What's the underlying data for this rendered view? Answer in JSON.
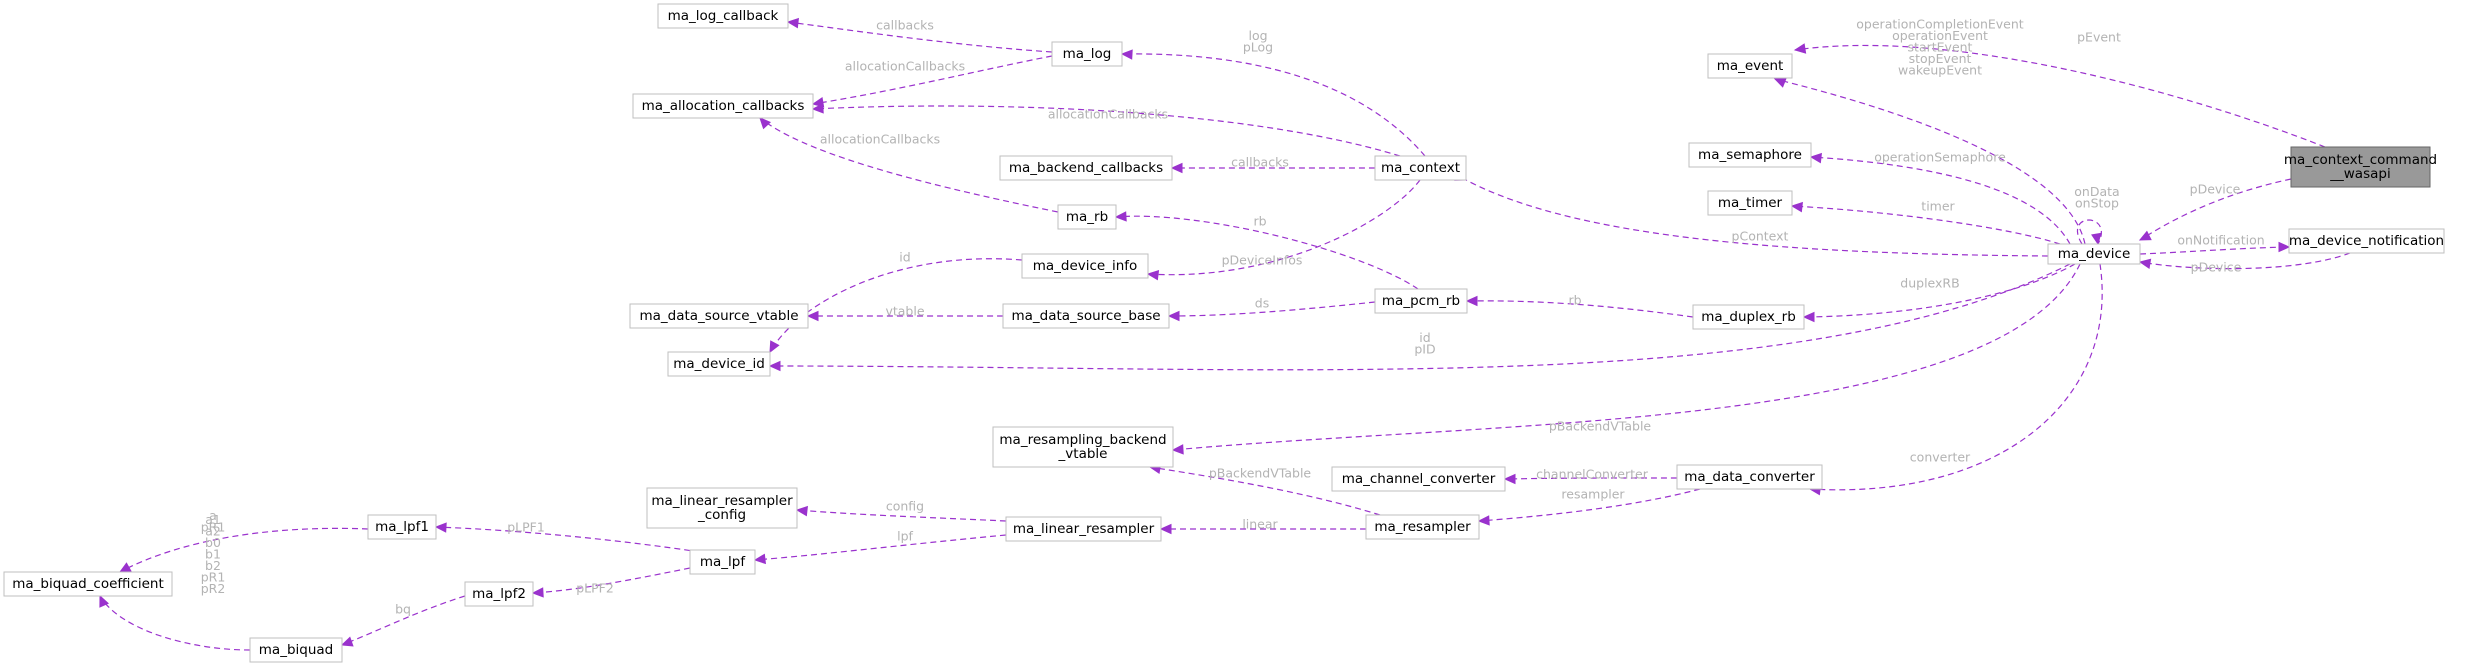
{
  "diagram": {
    "colors": {
      "edge": "#9a32cd",
      "node_border": "#bfbfbf",
      "highlight_fill": "#999999",
      "label": "#b3b3b3"
    },
    "nodes": {
      "ma_context_command_wasapi": [
        "ma_context_command",
        "__wasapi"
      ],
      "ma_device": [
        "ma_device"
      ],
      "ma_event": [
        "ma_event"
      ],
      "ma_semaphore": [
        "ma_semaphore"
      ],
      "ma_timer": [
        "ma_timer"
      ],
      "ma_device_notification": [
        "ma_device_notification"
      ],
      "ma_duplex_rb": [
        "ma_duplex_rb"
      ],
      "ma_data_converter": [
        "ma_data_converter"
      ],
      "ma_context": [
        "ma_context"
      ],
      "ma_log": [
        "ma_log"
      ],
      "ma_log_callback": [
        "ma_log_callback"
      ],
      "ma_allocation_callbacks": [
        "ma_allocation_callbacks"
      ],
      "ma_backend_callbacks": [
        "ma_backend_callbacks"
      ],
      "ma_rb": [
        "ma_rb"
      ],
      "ma_device_info": [
        "ma_device_info"
      ],
      "ma_pcm_rb": [
        "ma_pcm_rb"
      ],
      "ma_data_source_base": [
        "ma_data_source_base"
      ],
      "ma_data_source_vtable": [
        "ma_data_source_vtable"
      ],
      "ma_device_id": [
        "ma_device_id"
      ],
      "ma_resampling_backend_vtable": [
        "ma_resampling_backend",
        "_vtable"
      ],
      "ma_channel_converter": [
        "ma_channel_converter"
      ],
      "ma_resampler": [
        "ma_resampler"
      ],
      "ma_linear_resampler": [
        "ma_linear_resampler"
      ],
      "ma_linear_resampler_config": [
        "ma_linear_resampler",
        "_config"
      ],
      "ma_lpf": [
        "ma_lpf"
      ],
      "ma_lpf1": [
        "ma_lpf1"
      ],
      "ma_lpf2": [
        "ma_lpf2"
      ],
      "ma_biquad": [
        "ma_biquad"
      ],
      "ma_biquad_coefficient": [
        "ma_biquad_coefficient"
      ]
    },
    "edges": {
      "pEvent": [
        "pEvent"
      ],
      "pDevice_cmd": [
        "pDevice"
      ],
      "events": [
        "operationCompletionEvent",
        "operationEvent",
        "startEvent",
        "stopEvent",
        "wakeupEvent"
      ],
      "operationSemaphore": [
        "operationSemaphore"
      ],
      "timer": [
        "timer"
      ],
      "onData": [
        "onData",
        "onStop"
      ],
      "onNotification": [
        "onNotification"
      ],
      "pDevice_notif": [
        "pDevice"
      ],
      "pContext": [
        "pContext"
      ],
      "duplexRB": [
        "duplexRB"
      ],
      "converter": [
        "converter"
      ],
      "id_pID": [
        "id",
        "pID"
      ],
      "pBackendVTable_device": [
        "pBackendVTable"
      ],
      "log": [
        "log",
        "pLog"
      ],
      "callbacks_log": [
        "callbacks"
      ],
      "allocationCallbacks_log": [
        "allocationCallbacks"
      ],
      "allocationCallbacks_context": [
        "allocationCallbacks"
      ],
      "allocationCallbacks_rb": [
        "allocationCallbacks"
      ],
      "callbacks_backend": [
        "callbacks"
      ],
      "pDeviceInfos": [
        "pDeviceInfos"
      ],
      "rb": [
        "rb"
      ],
      "ds": [
        "ds"
      ],
      "rb_duplex": [
        "rb"
      ],
      "vtable": [
        "vtable"
      ],
      "id_info": [
        "id"
      ],
      "channelConverter": [
        "channelConverter"
      ],
      "resampler": [
        "resampler"
      ],
      "pBackendVTable_resampler": [
        "pBackendVTable"
      ],
      "linear": [
        "linear"
      ],
      "config": [
        "config"
      ],
      "lpf": [
        "lpf"
      ],
      "pLPF1": [
        "pLPF1"
      ],
      "pLPF2": [
        "pLPF2"
      ],
      "bq": [
        "bq"
      ],
      "lpf1_coeffs": [
        "a",
        "pR1"
      ],
      "biquad_coeffs": [
        "a1",
        "a2",
        "b0",
        "b1",
        "b2",
        "pR1",
        "pR2"
      ]
    }
  }
}
